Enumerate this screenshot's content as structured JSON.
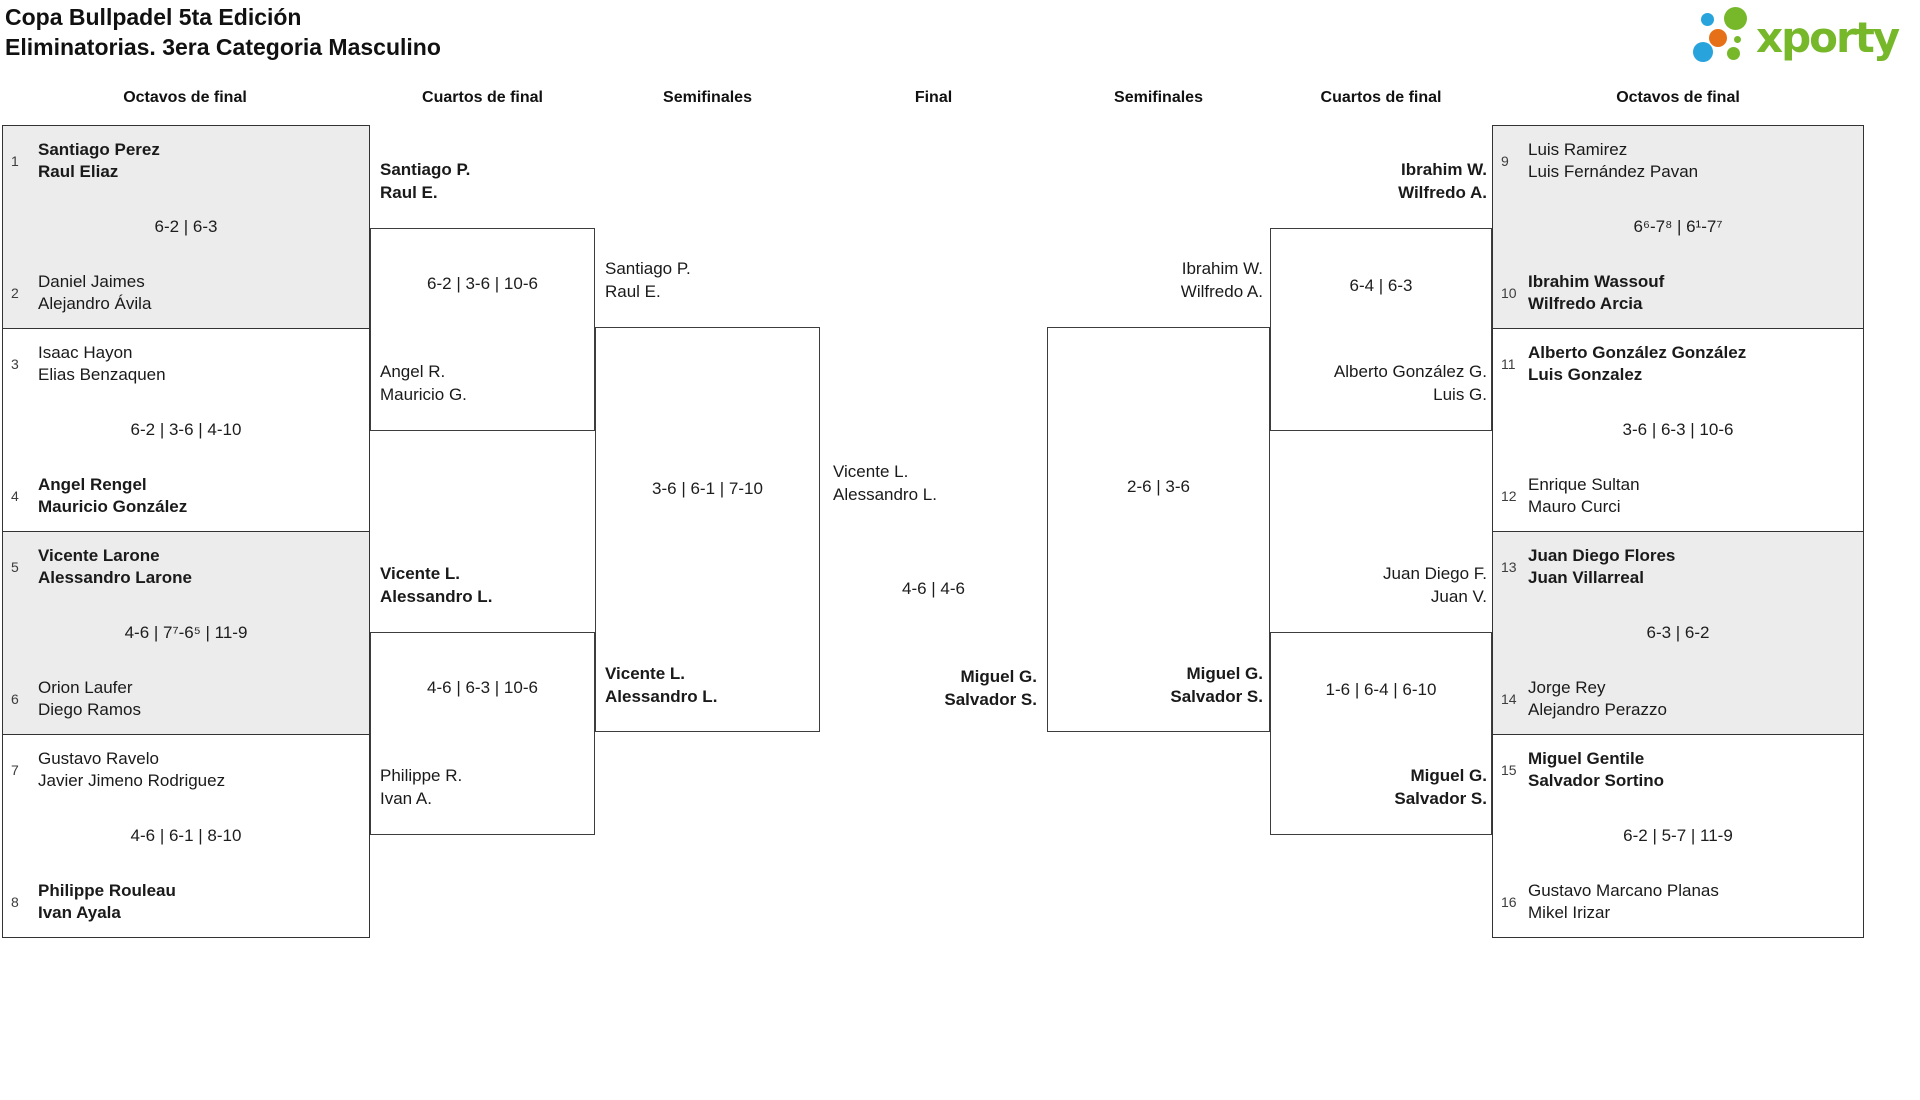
{
  "title": {
    "line1": "Copa Bullpadel 5ta Edición",
    "line2": "Eliminatorias. 3era Categoria Masculino"
  },
  "logo": {
    "wordmark": "xporty"
  },
  "headers": [
    "Octavos de final",
    "Cuartos de final",
    "Semifinales",
    "Final",
    "Semifinales",
    "Cuartos de final",
    "Octavos de final"
  ],
  "colors": {
    "logo_green": "#76b82a",
    "logo_blue": "#29a3dc",
    "logo_orange": "#e67017",
    "box_shade": "#ececec",
    "line": "#333333",
    "text": "#1a1a1a"
  },
  "bracket": {
    "octavos_left": [
      {
        "seed_top": "1",
        "team_top": [
          "Santiago Perez",
          "Raul Eliaz"
        ],
        "top_winner": true,
        "score": "6-2 | 6-3",
        "seed_bottom": "2",
        "team_bottom": [
          "Daniel Jaimes",
          "Alejandro Ávila"
        ],
        "bottom_winner": false,
        "shaded": true
      },
      {
        "seed_top": "3",
        "team_top": [
          "Isaac Hayon",
          "Elias Benzaquen"
        ],
        "top_winner": false,
        "score": "6-2 | 3-6 | 4-10",
        "seed_bottom": "4",
        "team_bottom": [
          "Angel Rengel",
          "Mauricio González"
        ],
        "bottom_winner": true,
        "shaded": false
      },
      {
        "seed_top": "5",
        "team_top": [
          "Vicente Larone",
          "Alessandro Larone"
        ],
        "top_winner": true,
        "score": "4-6 | 7⁷-6⁵ | 11-9",
        "seed_bottom": "6",
        "team_bottom": [
          "Orion Laufer",
          "Diego Ramos"
        ],
        "bottom_winner": false,
        "shaded": true
      },
      {
        "seed_top": "7",
        "team_top": [
          "Gustavo Ravelo",
          "Javier Jimeno Rodriguez"
        ],
        "top_winner": false,
        "score": "4-6 | 6-1 | 8-10",
        "seed_bottom": "8",
        "team_bottom": [
          "Philippe Rouleau",
          "Ivan Ayala"
        ],
        "bottom_winner": true,
        "shaded": false
      }
    ],
    "octavos_right": [
      {
        "seed_top": "9",
        "team_top": [
          "Luis Ramirez",
          "Luis Fernández Pavan"
        ],
        "top_winner": false,
        "score": "6⁶-7⁸ | 6¹-7⁷",
        "seed_bottom": "10",
        "team_bottom": [
          "Ibrahim Wassouf",
          "Wilfredo Arcia"
        ],
        "bottom_winner": true,
        "shaded": true
      },
      {
        "seed_top": "11",
        "team_top": [
          "Alberto González González",
          "Luis Gonzalez"
        ],
        "top_winner": true,
        "score": "3-6 | 6-3 | 10-6",
        "seed_bottom": "12",
        "team_bottom": [
          "Enrique Sultan",
          "Mauro Curci"
        ],
        "bottom_winner": false,
        "shaded": false
      },
      {
        "seed_top": "13",
        "team_top": [
          "Juan Diego Flores",
          "Juan Villarreal"
        ],
        "top_winner": true,
        "score": "6-3 | 6-2",
        "seed_bottom": "14",
        "team_bottom": [
          "Jorge Rey",
          "Alejandro Perazzo"
        ],
        "bottom_winner": false,
        "shaded": true
      },
      {
        "seed_top": "15",
        "team_top": [
          "Miguel Gentile",
          "Salvador Sortino"
        ],
        "top_winner": true,
        "score": "6-2 | 5-7 | 11-9",
        "seed_bottom": "16",
        "team_bottom": [
          "Gustavo Marcano Planas",
          "Mikel Irizar"
        ],
        "bottom_winner": false,
        "shaded": false
      }
    ],
    "cuartos_left": [
      {
        "participant_top": [
          "Santiago P.",
          "Raul E."
        ],
        "top_winner": true,
        "score": "6-2 | 3-6 | 10-6",
        "participant_bottom": [
          "Angel R.",
          "Mauricio G."
        ],
        "bottom_winner": false
      },
      {
        "participant_top": [
          "Vicente L.",
          "Alessandro L."
        ],
        "top_winner": true,
        "score": "4-6 | 6-3 | 10-6",
        "participant_bottom": [
          "Philippe R.",
          "Ivan A."
        ],
        "bottom_winner": false
      }
    ],
    "cuartos_right": [
      {
        "participant_top": [
          "Ibrahim W.",
          "Wilfredo A."
        ],
        "top_winner": true,
        "score": "6-4 | 6-3",
        "participant_bottom": [
          "Alberto González G.",
          "Luis G."
        ],
        "bottom_winner": false
      },
      {
        "participant_top": [
          "Juan Diego F.",
          "Juan V."
        ],
        "top_winner": false,
        "score": "1-6 | 6-4 | 6-10",
        "participant_bottom": [
          "Miguel G.",
          "Salvador S."
        ],
        "bottom_winner": true
      }
    ],
    "semifinal_left": {
      "participant_top": [
        "Santiago P.",
        "Raul E."
      ],
      "top_winner": false,
      "score": "3-6 | 6-1 | 7-10",
      "participant_bottom": [
        "Vicente L.",
        "Alessandro L."
      ],
      "bottom_winner": true
    },
    "semifinal_right": {
      "participant_top": [
        "Ibrahim W.",
        "Wilfredo A."
      ],
      "top_winner": false,
      "score": "2-6 | 3-6",
      "participant_bottom": [
        "Miguel G.",
        "Salvador S."
      ],
      "bottom_winner": true
    },
    "final": {
      "participant_left": [
        "Vicente L.",
        "Alessandro L."
      ],
      "left_winner": false,
      "score": "4-6 | 4-6",
      "participant_right": [
        "Miguel G.",
        "Salvador S."
      ],
      "right_winner": true
    }
  }
}
